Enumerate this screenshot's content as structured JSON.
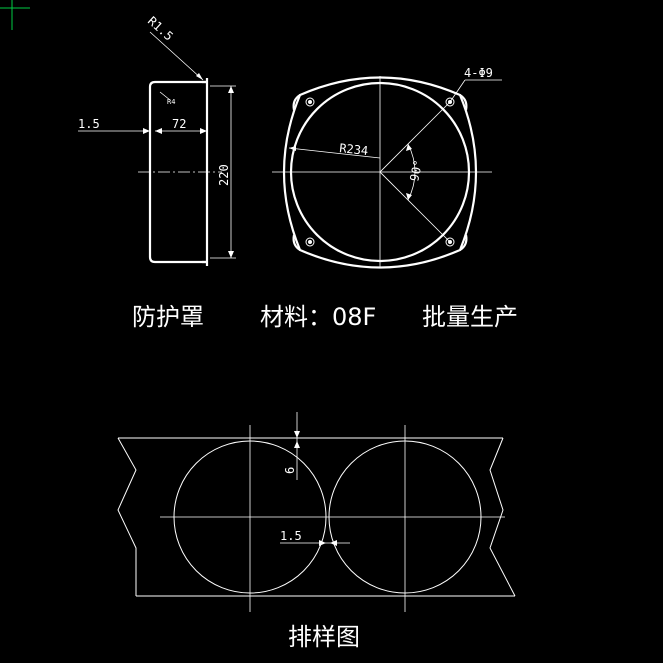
{
  "colors": {
    "background": "#000000",
    "lines": "#ffffff",
    "cursor": "#00cc44"
  },
  "dims": {
    "fillet": "R1.5",
    "thickness": "1.5",
    "depth": "72",
    "height": "220",
    "holes": "4-Φ9",
    "radius": "R234",
    "angle": "90°",
    "gap": "6",
    "overlap": "1.5"
  },
  "captions": {
    "part_name": "防护罩",
    "material": "材料：08F",
    "production": "批量生产",
    "layout": "排样图"
  },
  "icons": {
    "cursor": "crosshair-icon"
  }
}
